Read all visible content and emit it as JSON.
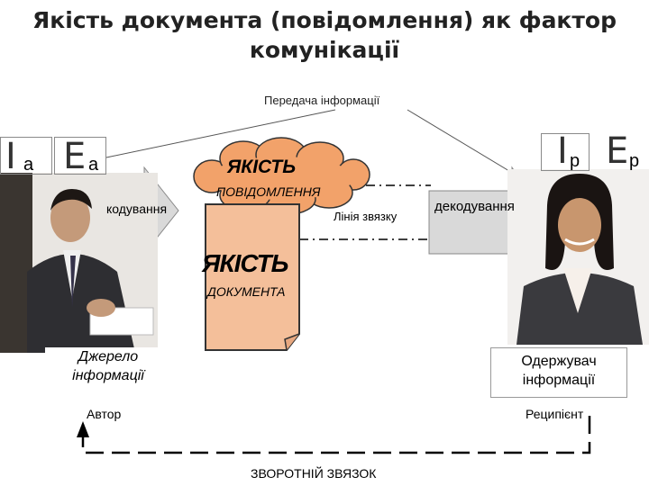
{
  "title": {
    "line1": "Якість документа (повідомлення) як фактор",
    "line2": "комунікації"
  },
  "transfer_label": "Передача інформації",
  "sender": {
    "i_letter": "I",
    "i_sub": "a",
    "e_letter": "E",
    "e_sub": "a",
    "encode_label": "кодування",
    "caption_line1": "Джерело",
    "caption_line2": "інформації",
    "role": "Автор"
  },
  "receiver": {
    "i_letter": "I",
    "i_sub": "р",
    "e_letter": "E",
    "e_sub": "р",
    "decode_label": "декодування",
    "caption_line1": "Одержувач",
    "caption_line2": "інформації",
    "role": "Реципієнт"
  },
  "message_cloud": {
    "title": "ЯКІСТЬ",
    "subtitle": "ПОВІДОМЛЕННЯ"
  },
  "document_box": {
    "title": "ЯКІСТЬ",
    "subtitle": "ДОКУМЕНТА"
  },
  "channel_label": "Лінія звязку",
  "feedback_label": "ЗВОРОТНІЙ ЗВЯЗОК",
  "colors": {
    "cloud_fill": "#f2a26a",
    "document_fill": "#f4bf9a",
    "arrow_fill": "#d9d9d9"
  }
}
